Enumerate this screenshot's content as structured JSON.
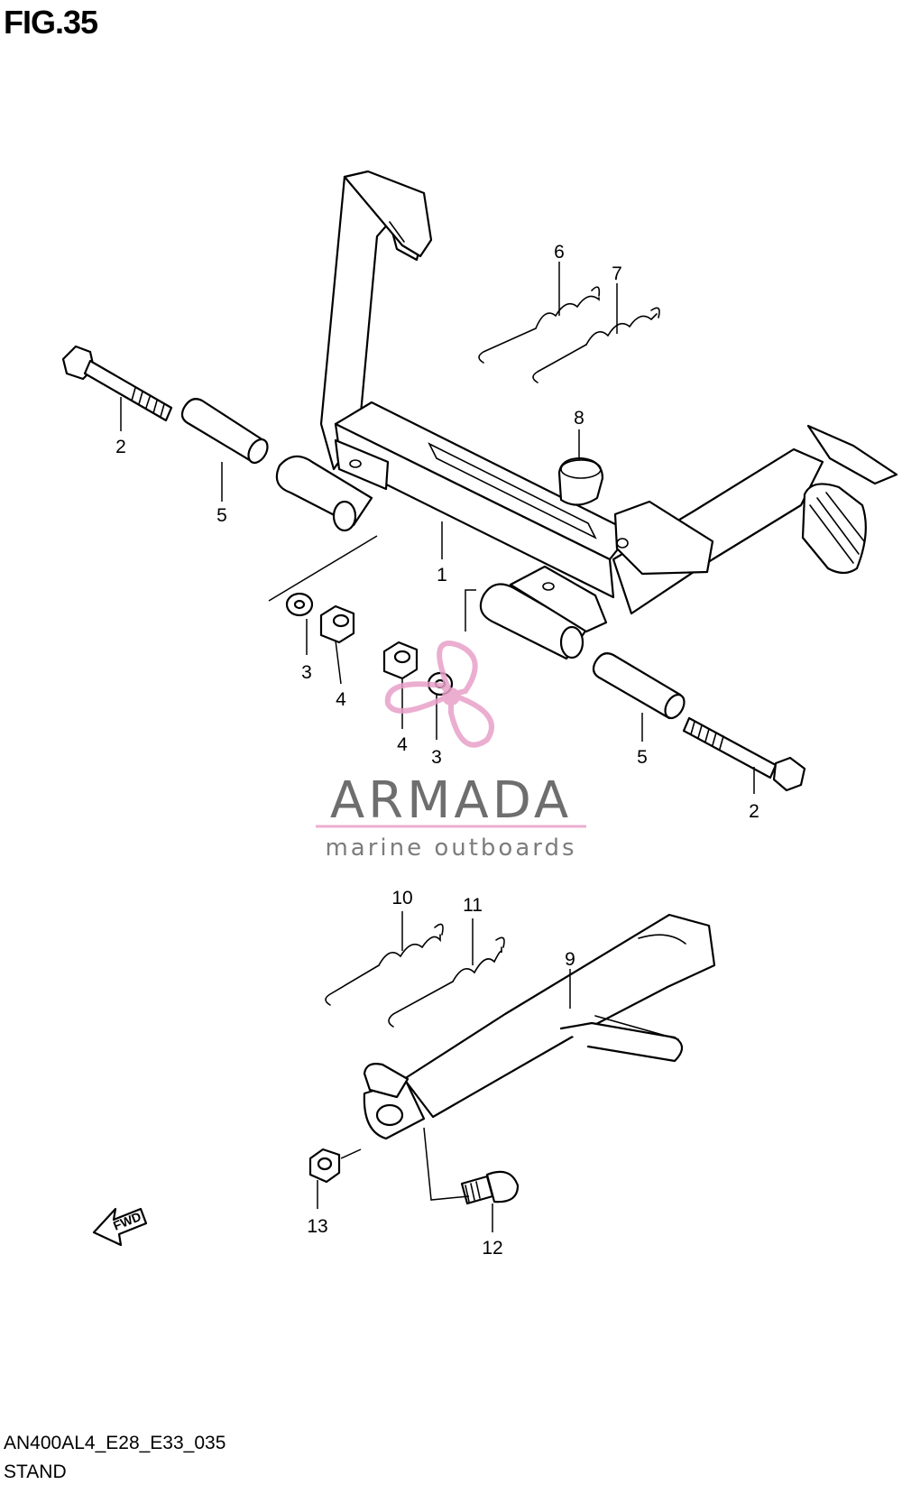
{
  "figure": {
    "title": "FIG.35",
    "code": "AN400AL4_E28_E33_035",
    "name": "STAND"
  },
  "callouts": [
    {
      "id": "c1",
      "label": "1"
    },
    {
      "id": "c2a",
      "label": "2"
    },
    {
      "id": "c2b",
      "label": "2"
    },
    {
      "id": "c3a",
      "label": "3"
    },
    {
      "id": "c3b",
      "label": "3"
    },
    {
      "id": "c4a",
      "label": "4"
    },
    {
      "id": "c4b",
      "label": "4"
    },
    {
      "id": "c5a",
      "label": "5"
    },
    {
      "id": "c5b",
      "label": "5"
    },
    {
      "id": "c6",
      "label": "6"
    },
    {
      "id": "c7",
      "label": "7"
    },
    {
      "id": "c8",
      "label": "8"
    },
    {
      "id": "c9",
      "label": "9"
    },
    {
      "id": "c10",
      "label": "10"
    },
    {
      "id": "c11",
      "label": "11"
    },
    {
      "id": "c12",
      "label": "12"
    },
    {
      "id": "c13",
      "label": "13"
    }
  ],
  "fwd_label": "FWD",
  "watermark": {
    "name": "ARMADA",
    "tagline": "marine outboards",
    "color": "#e8a0c8"
  }
}
